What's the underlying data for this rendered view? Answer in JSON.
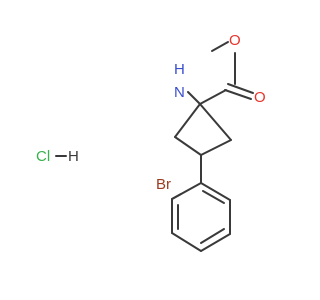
{
  "colors": {
    "bond": "#3a3a3a",
    "oxygen": "#e8332b",
    "nitrogen": "#3a4fcf",
    "bromine": "#9b3b20",
    "chlorine": "#37b24d",
    "hydrogen": "#3a3a3a"
  },
  "labels": {
    "methoxy_o": "O",
    "carbonyl_o": "O",
    "amine_h": "H",
    "amine_n": "N",
    "hcl_cl": "Cl",
    "hcl_h": "H",
    "br": "Br"
  }
}
